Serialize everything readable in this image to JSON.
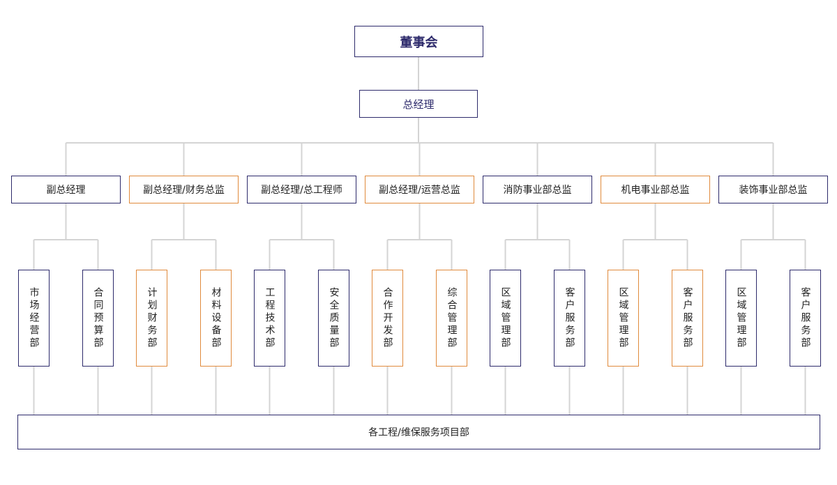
{
  "org_chart": {
    "board": {
      "label": "董事会"
    },
    "general_manager": {
      "label": "总经理"
    },
    "executives": [
      {
        "label": "副总经理",
        "accent": "navy",
        "departments": [
          "市场经营部",
          "合同预算部"
        ]
      },
      {
        "label": "副总经理/财务总监",
        "accent": "orange",
        "departments": [
          "计划财务部",
          "材料设备部"
        ]
      },
      {
        "label": "副总经理/总工程师",
        "accent": "navy",
        "departments": [
          "工程技术部",
          "安全质量部"
        ]
      },
      {
        "label": "副总经理/运营总监",
        "accent": "orange",
        "departments": [
          "合作开发部",
          "综合管理部"
        ]
      },
      {
        "label": "消防事业部总监",
        "accent": "navy",
        "departments": [
          "区域管理部",
          "客户服务部"
        ]
      },
      {
        "label": "机电事业部总监",
        "accent": "orange",
        "departments": [
          "区域管理部",
          "客户服务部"
        ]
      },
      {
        "label": "装饰事业部总监",
        "accent": "navy",
        "departments": [
          "区域管理部",
          "客户服务部"
        ]
      }
    ],
    "project_dept": {
      "label": "各工程/维保服务项目部"
    }
  },
  "colors": {
    "navy": "#2d2a6b",
    "orange": "#e08a3c",
    "connector": "#d4d4d4"
  }
}
